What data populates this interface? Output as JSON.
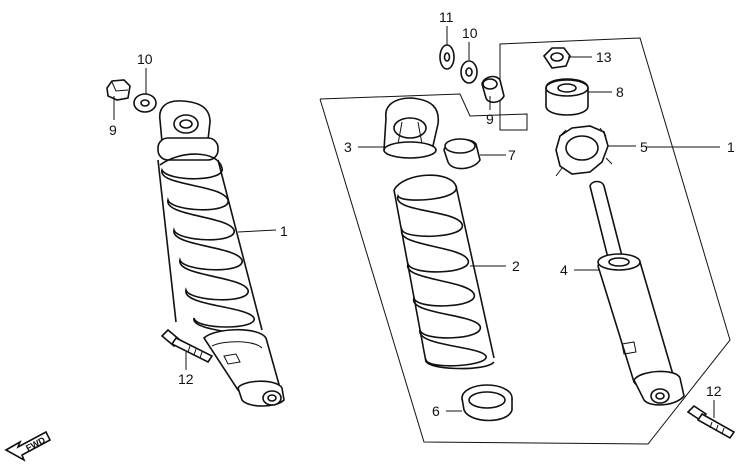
{
  "labels": {
    "l1a": "1",
    "l1b": "1",
    "l2": "2",
    "l3": "3",
    "l4": "4",
    "l5": "5",
    "l6": "6",
    "l7": "7",
    "l8": "8",
    "l9a": "9",
    "l9b": "9",
    "l10a": "10",
    "l10b": "10",
    "l11": "11",
    "l12a": "12",
    "l12b": "12",
    "l13": "13",
    "fwd": "FWD"
  }
}
